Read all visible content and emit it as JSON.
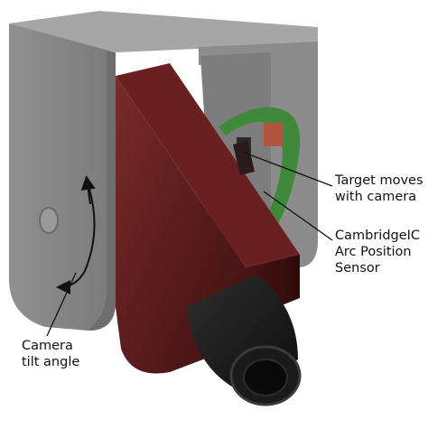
{
  "annotations": {
    "target": {
      "lines": [
        "Target moves",
        "with camera"
      ]
    },
    "sensor": {
      "lines": [
        "CambridgeIC",
        "Arc Position",
        "Sensor"
      ]
    },
    "tilt": {
      "lines": [
        "Camera",
        "tilt angle"
      ]
    }
  },
  "colors": {
    "bracket": "#8a8a8a",
    "camera_body": "#5a1a1a",
    "lens": "#1e1e1e",
    "pcb": "#3f8a3a",
    "background": "#ffffff"
  }
}
